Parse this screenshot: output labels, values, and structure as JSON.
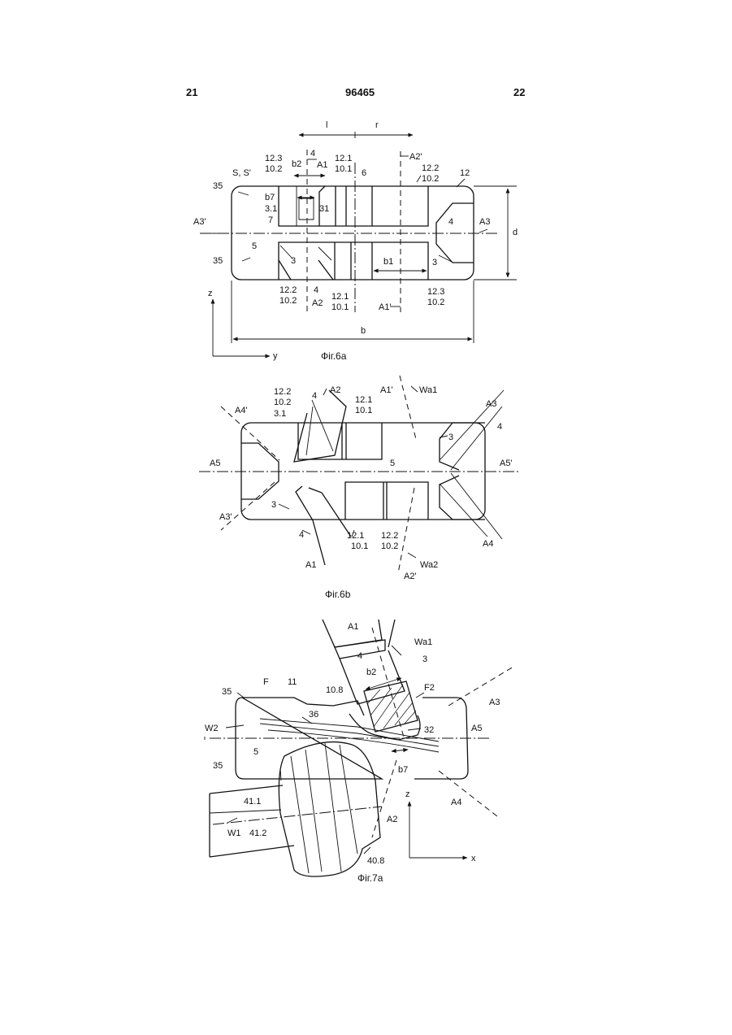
{
  "header": {
    "page_left": "21",
    "doc_number": "96465",
    "page_right": "22"
  },
  "fig6a": {
    "caption": "Фіг.6а",
    "labels": {
      "l": "l",
      "r": "r",
      "n12_3_top": "12.3",
      "n10_2_a": "10.2",
      "b2": "b2",
      "n4_top": "4",
      "A1": "A1",
      "n12_1_top": "12.1",
      "n10_1_top": "10.1",
      "n6": "6",
      "A2p": "A2'",
      "n12_2_top": "12.2",
      "n10_2_top_r": "10.2",
      "n12": "12",
      "SS": "S, S'",
      "n35_top": "35",
      "b7": "b7",
      "n3_1": "3.1",
      "n7": "7",
      "n31": "31",
      "A3p": "A3'",
      "n5": "5",
      "n4_right": "4",
      "A3": "A3",
      "d": "d",
      "n35_bot": "35",
      "n3_left": "3",
      "b1": "b1",
      "n3_right": "3",
      "n12_2_bot": "12.2",
      "n10_2_bot": "10.2",
      "n4_bot": "4",
      "A2": "A2",
      "n12_1_bot": "12.1",
      "n10_1_bot": "10.1",
      "A1p": "A1'",
      "n12_3_bot": "12.3",
      "n10_2_bot_r": "10.2",
      "z": "z",
      "y": "y",
      "b": "b"
    }
  },
  "fig6b": {
    "caption": "Фіг.6b",
    "labels": {
      "n12_2": "12.2",
      "n10_2": "10.2",
      "n3_1": "3.1",
      "n4_a": "4",
      "A2": "A2",
      "n12_1": "12.1",
      "n10_1": "10.1",
      "A1p": "A1'",
      "Wa1": "Wa1",
      "A3": "A3",
      "n4_b": "4",
      "A4p": "A4'",
      "n3_a": "3",
      "A5": "A5",
      "n5": "5",
      "A5p": "A5'",
      "A3p": "A3'",
      "n3_b": "3",
      "n4_c": "4",
      "n12_1_b": "12.1",
      "n10_1_b": "10.1",
      "n12_2_b": "12.2",
      "n10_2_b": "10.2",
      "A4": "A4",
      "A1": "A1",
      "Wa2": "Wa2",
      "A2p": "A2'"
    }
  },
  "fig7a": {
    "caption": "Фіг.7а",
    "labels": {
      "A1": "A1",
      "Wa1": "Wa1",
      "n4": "4",
      "n3": "3",
      "b2": "b2",
      "F2": "F2",
      "F": "F",
      "n11": "11",
      "n35_top": "35",
      "n10_8": "10.8",
      "A3": "A3",
      "n36": "36",
      "n32": "32",
      "W2": "W2",
      "A5": "A5",
      "n5": "5",
      "n35_bot": "35",
      "b7": "b7",
      "z": "z",
      "A4": "A4",
      "n41_1": "41.1",
      "A2": "A2",
      "W1": "W1",
      "n41_2": "41.2",
      "n40_8": "40.8",
      "x": "x"
    }
  }
}
